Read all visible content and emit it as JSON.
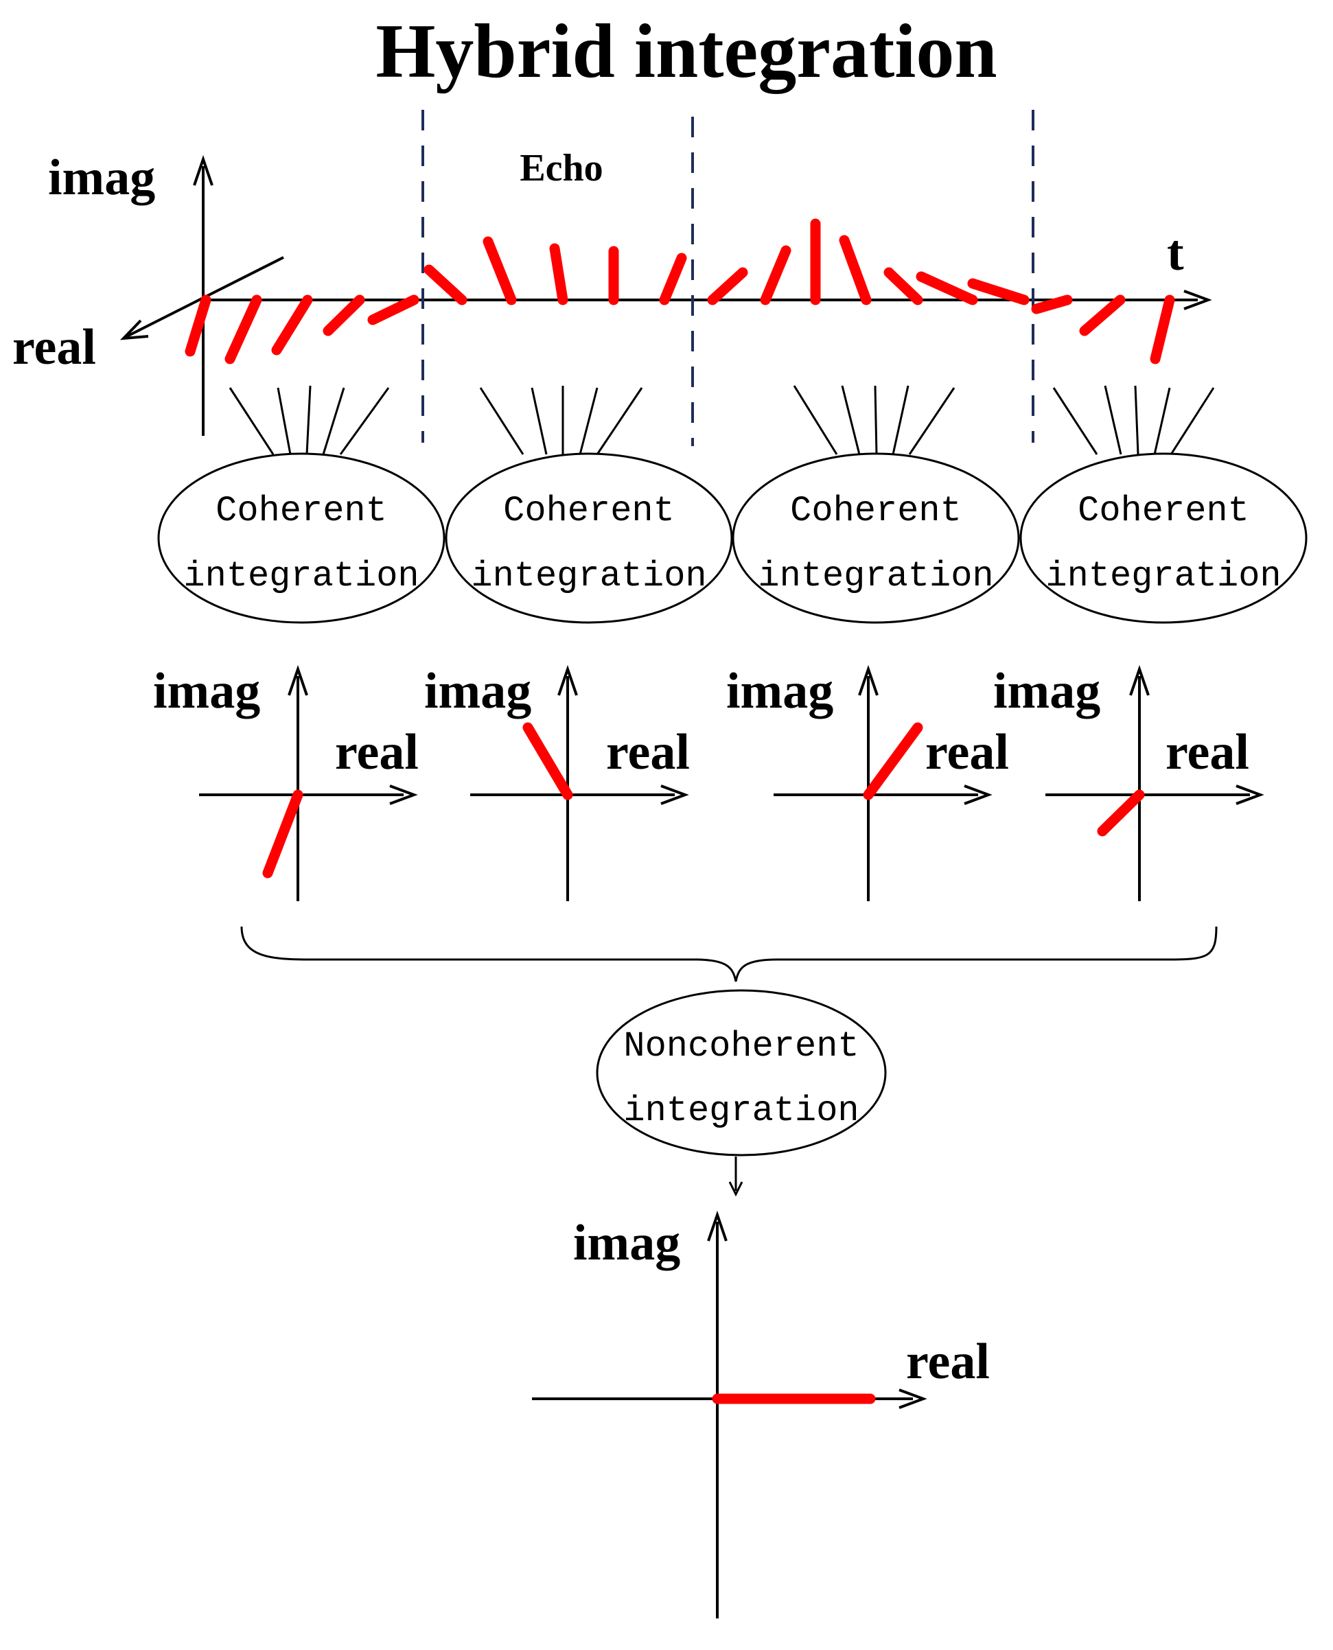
{
  "title": "Hybrid  integration",
  "top_axis": {
    "imag": "imag",
    "real": "real",
    "t": "t"
  },
  "echo_label": "Echo",
  "coherent_nodes": [
    {
      "line1": "Coherent",
      "line2": "integration"
    },
    {
      "line1": "Coherent",
      "line2": "integration"
    },
    {
      "line1": "Coherent",
      "line2": "integration"
    },
    {
      "line1": "Coherent",
      "line2": "integration"
    }
  ],
  "small_axes": [
    {
      "imag": "imag",
      "real": "real"
    },
    {
      "imag": "imag",
      "real": "real"
    },
    {
      "imag": "imag",
      "real": "real"
    },
    {
      "imag": "imag",
      "real": "real"
    }
  ],
  "noncoherent_node": {
    "line1": "Noncoherent",
    "line2": "integration"
  },
  "result_axis": {
    "imag": "imag",
    "real": "real"
  },
  "colors": {
    "signal": "#ff0000",
    "divider": "#1f2d5a",
    "ink": "#000000"
  }
}
